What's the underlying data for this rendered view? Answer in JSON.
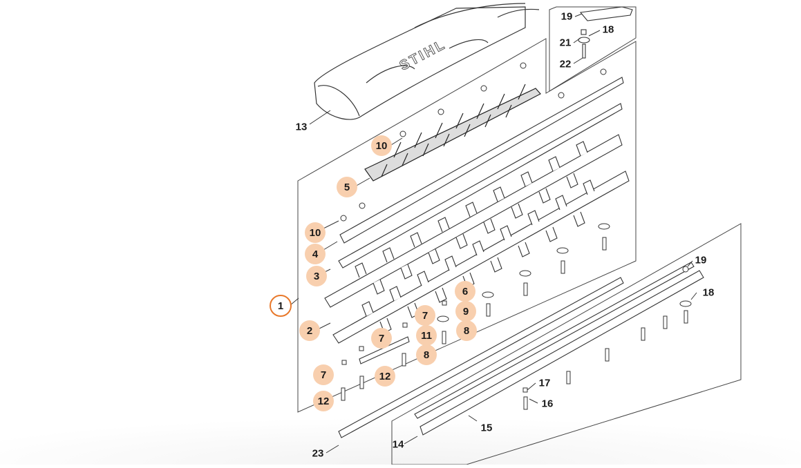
{
  "brand": {
    "logo_text": "STIHL"
  },
  "colors": {
    "badge_fill": "#f8cfae",
    "badge_main_ring": "#e8782a",
    "line": "#333333"
  },
  "labels": {
    "p1": "1",
    "p2": "2",
    "p3": "3",
    "p4": "4",
    "p5": "5",
    "p6": "6",
    "p7": "7",
    "p8": "8",
    "p9": "9",
    "p10": "10",
    "p11": "11",
    "p12": "12",
    "p13": "13",
    "p14": "14",
    "p15": "15",
    "p16": "16",
    "p17": "17",
    "p18": "18",
    "p19": "19",
    "p21": "21",
    "p22": "22",
    "p23": "23"
  }
}
